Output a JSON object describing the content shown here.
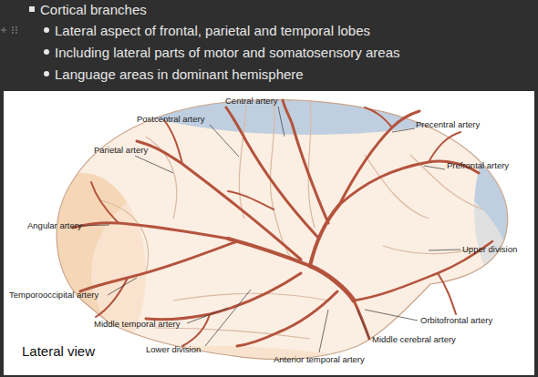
{
  "diagram": {
    "labels": [
      "Cortical branches",
      "Lateral aspect of frontal, parietal and temporal lobes",
      "Including lateral parts of motor and somatosensory areas",
      "Language areas in dominant hemisphere",
      "Central artery",
      "Postcentral artery",
      "Precentral artery",
      "Parietal artery",
      "Prefrontal artery",
      "Angular artery",
      "Upper division",
      "Temporooccipital artery",
      "Orbitofrontal artery",
      "Middle temporal artery",
      "Middle cerebral artery",
      "Lower division",
      "Anterior temporal artery",
      "Lateral view"
    ]
  }
}
